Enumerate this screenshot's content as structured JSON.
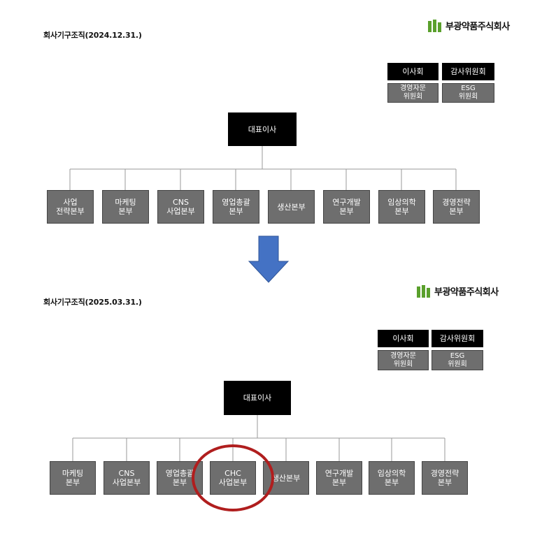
{
  "logo": {
    "text": "부광약품주식회사"
  },
  "chart_before": {
    "caption": "회사기구조직(2024.12.31.)",
    "board": [
      "이사회",
      "감사위원회"
    ],
    "committees": [
      "경영자문\n위원회",
      "ESG\n위원회"
    ],
    "ceo": "대표이사",
    "divisions": [
      "사업\n전략본부",
      "마케팅\n본부",
      "CNS\n사업본부",
      "영업총괄\n본부",
      "생산본부",
      "연구개발\n본부",
      "임상의학\n본부",
      "경영전략\n본부"
    ]
  },
  "chart_after": {
    "caption": "회사기구조직(2025.03.31.)",
    "board": [
      "이사회",
      "감사위원회"
    ],
    "committees": [
      "경영자문\n위원회",
      "ESG\n위원회"
    ],
    "ceo": "대표이사",
    "divisions": [
      "마케팅\n본부",
      "CNS\n사업본부",
      "영업총괄\n본부",
      "CHC\n사업본부",
      "생산본부",
      "연구개발\n본부",
      "임상의학\n본부",
      "경영전략\n본부"
    ],
    "highlighted_index": 3
  },
  "colors": {
    "box_black": "#000000",
    "box_gray": "#6e6e6e",
    "arrow_fill": "#4472c4",
    "highlight_ring": "#b01e1e",
    "logo_green": "#5aa02c"
  }
}
